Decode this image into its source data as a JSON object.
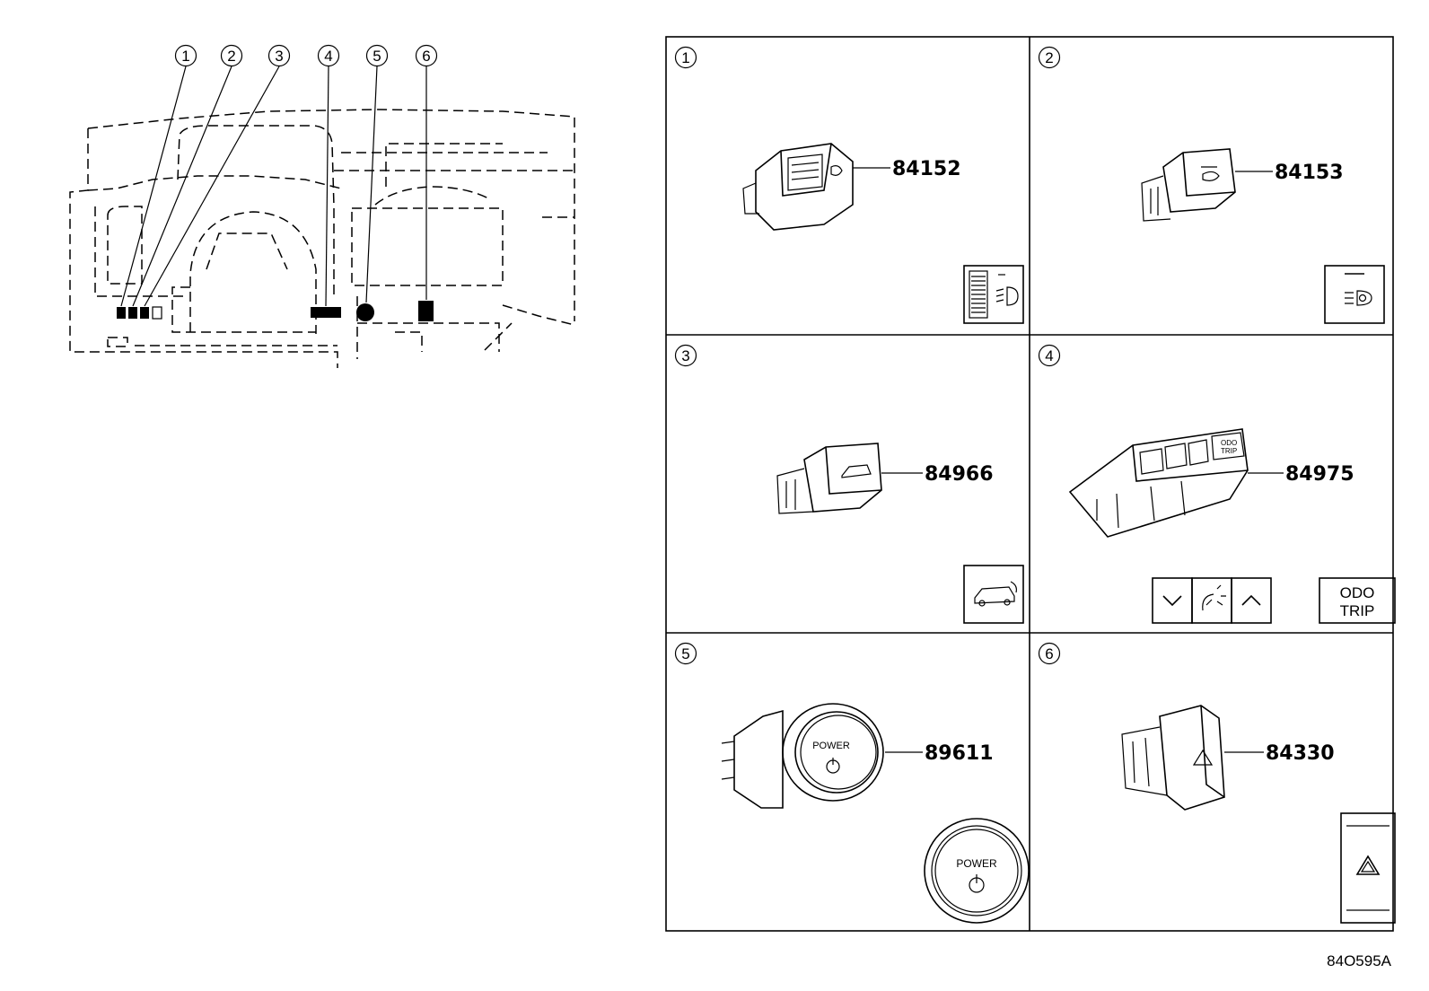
{
  "overview": {
    "callouts": [
      "1",
      "2",
      "3",
      "4",
      "5",
      "6"
    ]
  },
  "panels": [
    {
      "index": "1",
      "part_number": "84152",
      "icon": "headlight-leveling-dial-icon"
    },
    {
      "index": "2",
      "part_number": "84153",
      "icon": "auto-high-beam-icon"
    },
    {
      "index": "3",
      "part_number": "84966",
      "icon": "vehicle-liftgate-icon"
    },
    {
      "index": "4",
      "part_number": "84975",
      "icon": "meter-control-switch-icon",
      "odo_line1": "ODO",
      "odo_line2": "TRIP"
    },
    {
      "index": "5",
      "part_number": "89611",
      "icon": "power-button-icon",
      "power_label": "POWER"
    },
    {
      "index": "6",
      "part_number": "84330",
      "icon": "hazard-warning-icon"
    }
  ],
  "footer": {
    "diagram_code": "84O595A"
  }
}
